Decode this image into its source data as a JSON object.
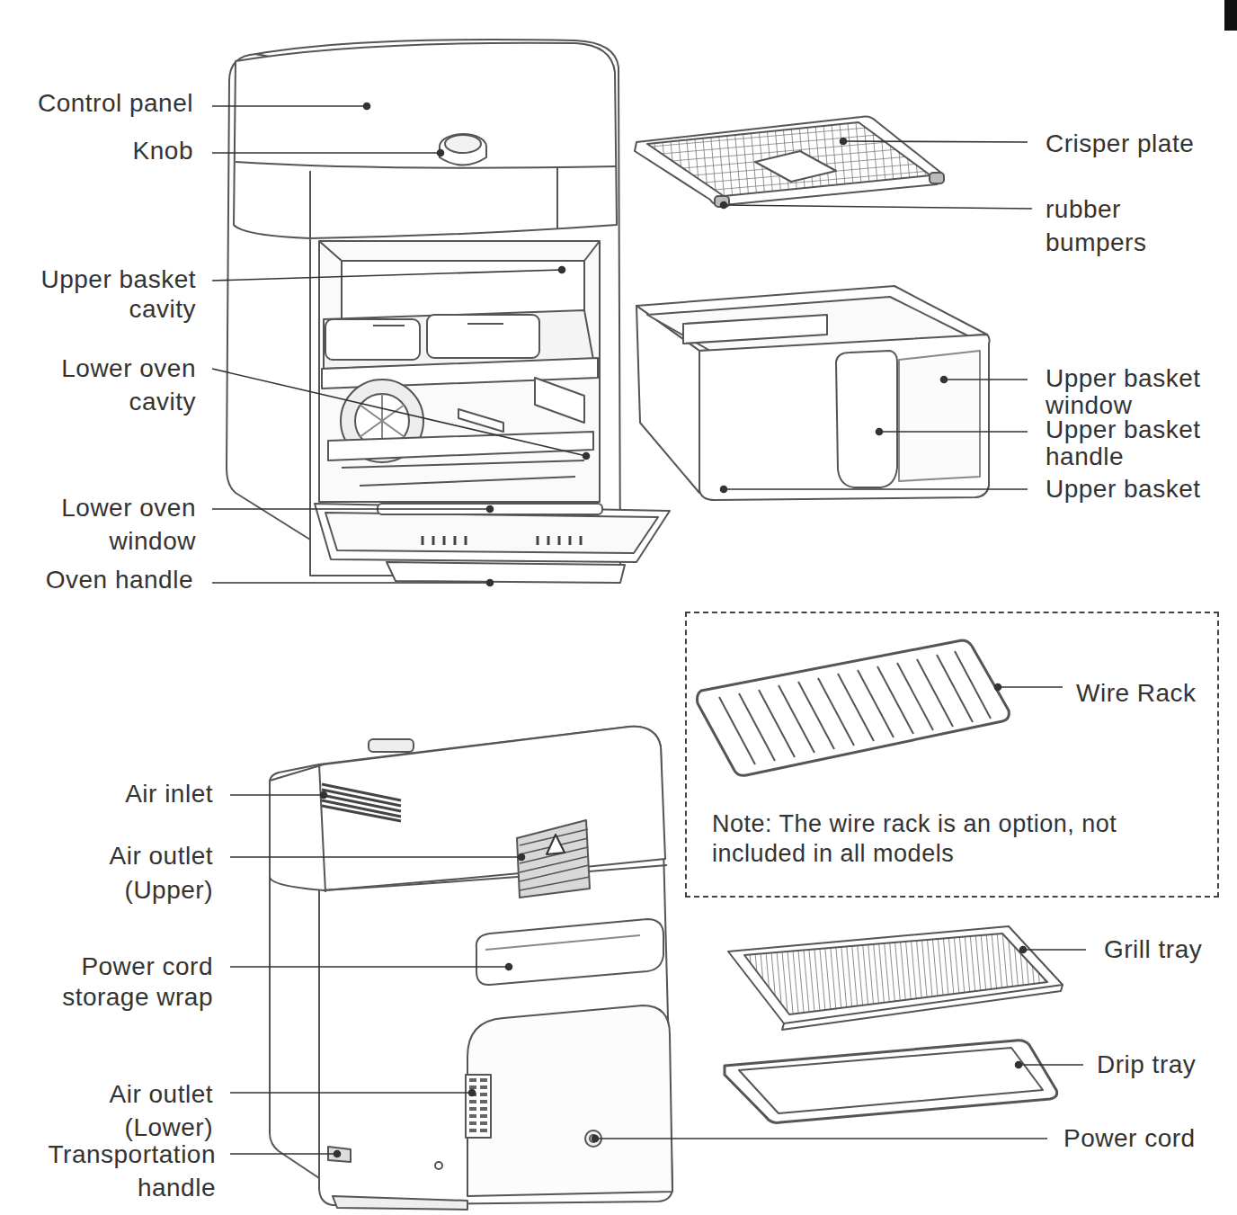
{
  "diagram": {
    "nodes": [
      {
        "text": [
          "Wire Rack",
          "Note: The wire rack is an option, not included in all models"
        ]
      }
    ],
    "labels": [
      "Control panel",
      "Knob",
      "Upper basket cavity",
      "Lower oven cavity",
      "Lower oven window",
      "Oven handle",
      "Crisper plate",
      "rubber bumpers",
      "Upper basket window",
      "Upper basket handle",
      "Upper basket",
      "Air inlet",
      "Air outlet (Upper)",
      "Power cord storage wrap",
      "Air outlet (Lower)",
      "Transportation handle",
      "Grill tray",
      "Drip tray",
      "Power cord"
    ]
  }
}
